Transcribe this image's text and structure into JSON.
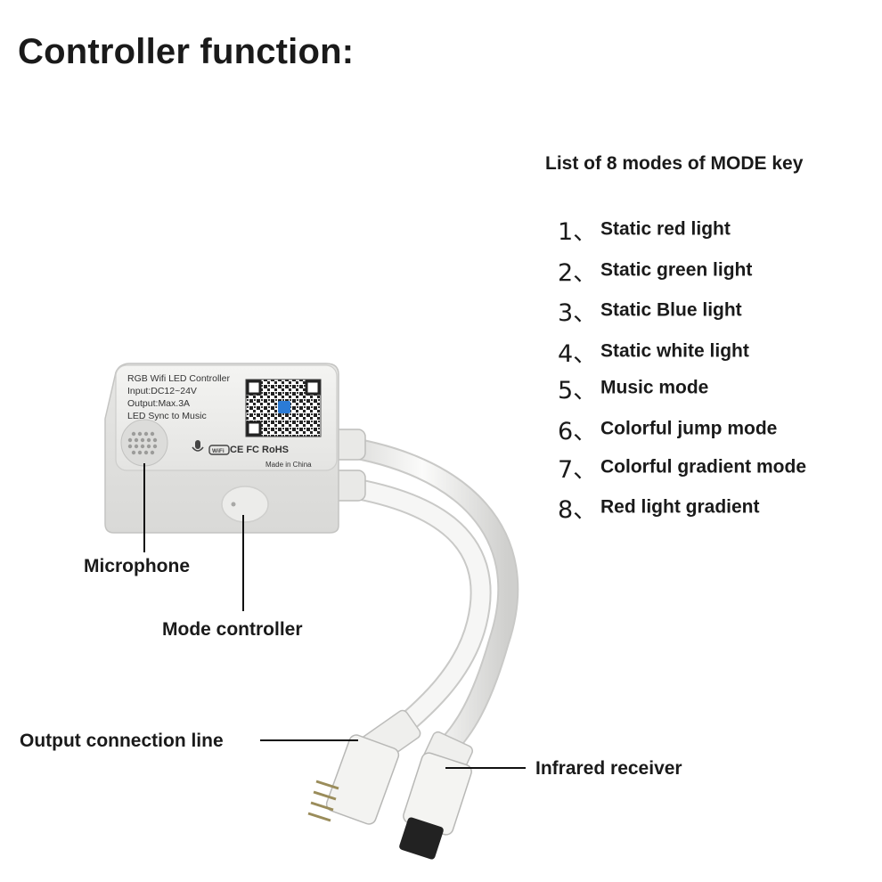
{
  "title": "Controller function:",
  "modes": {
    "heading": "List of 8 modes of MODE key",
    "items": [
      {
        "num": "1、",
        "label": "Static red light"
      },
      {
        "num": "2、",
        "label": "Static green light"
      },
      {
        "num": "3、",
        "label": "Static Blue light"
      },
      {
        "num": "4、",
        "label": "Static white light"
      },
      {
        "num": "5、",
        "label": "Music mode"
      },
      {
        "num": "6、",
        "label": "Colorful jump mode"
      },
      {
        "num": "7、",
        "label": "Colorful gradient mode"
      },
      {
        "num": "8、",
        "label": "Red light gradient"
      }
    ]
  },
  "device": {
    "label_lines": [
      "RGB Wifi LED Controller",
      "Input:DC12~24V",
      "Output:Max.3A",
      "LED Sync to Music"
    ],
    "marks": "CE FC RoHS",
    "made_in": "Made in China"
  },
  "callouts": {
    "microphone": "Microphone",
    "mode_controller": "Mode controller",
    "output_line": "Output connection line",
    "infrared": "Infrared receiver"
  }
}
